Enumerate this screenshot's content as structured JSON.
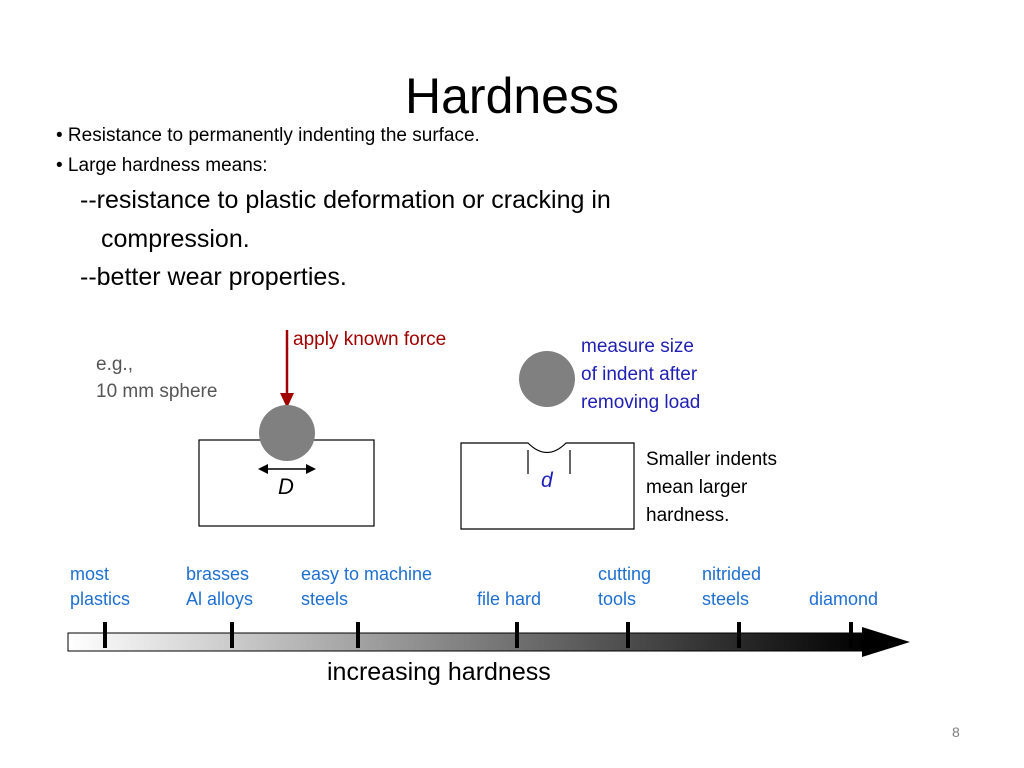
{
  "slide": {
    "title": "Hardness",
    "bullets": [
      "•  Resistance to permanently indenting the surface.",
      "•  Large hardness means:"
    ],
    "sub_lines": [
      "--resistance to plastic deformation or cracking in",
      "compression.",
      "--better wear properties."
    ],
    "page_number": "8"
  },
  "diagram": {
    "example_line1": "e.g.,",
    "example_line2": "10 mm sphere",
    "force_label": "apply known force",
    "diameter_symbol": "D",
    "measure_lines": [
      "measure size",
      "of indent after",
      "removing load"
    ],
    "indent_symbol": "d",
    "smaller_lines": [
      "Smaller indents",
      "mean larger",
      "hardness."
    ],
    "colors": {
      "force": "#a00000",
      "measure": "#1f1fb4",
      "sphere": "#808080"
    }
  },
  "scale": {
    "axis_label": "increasing hardness",
    "items": [
      {
        "line1": "most",
        "line2": "plastics"
      },
      {
        "line1": "brasses",
        "line2": "Al alloys"
      },
      {
        "line1": "easy to machine",
        "line2": "steels"
      },
      {
        "line1": "",
        "line2": "file hard"
      },
      {
        "line1": "cutting",
        "line2": " tools"
      },
      {
        "line1": "nitrided",
        "line2": "steels"
      },
      {
        "line1": "",
        "line2": "diamond"
      }
    ],
    "color": "#1f6fd0"
  }
}
